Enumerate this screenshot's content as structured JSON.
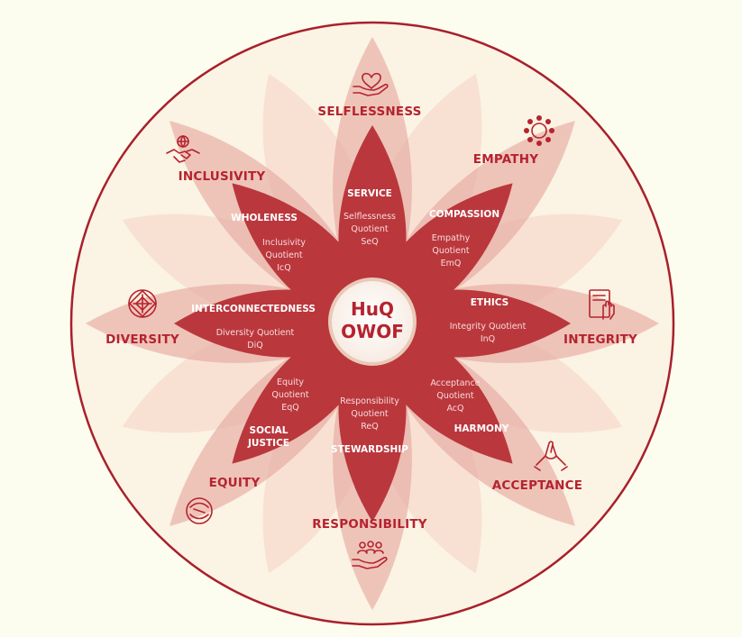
{
  "center": {
    "line1": "HuQ",
    "line2": "OWOF"
  },
  "outer": {
    "selflessness": "SELFLESSNESS",
    "empathy": "EMPATHY",
    "integrity": "INTEGRITY",
    "acceptance": "ACCEPTANCE",
    "responsibility": "RESPONSIBILITY",
    "equity": "EQUITY",
    "diversity": "DIVERSITY",
    "inclusivity": "INCLUSIVITY"
  },
  "inner": {
    "service": {
      "title": "SERVICE",
      "l1": "Selflessness",
      "l2": "Quotient",
      "l3": "SeQ"
    },
    "compassion": {
      "title": "COMPASSION",
      "l1": "Empathy",
      "l2": "Quotient",
      "l3": "EmQ"
    },
    "ethics": {
      "title": "ETHICS",
      "l1": "Integrity Quotient",
      "l2": "InQ"
    },
    "harmony": {
      "title": "HARMONY",
      "l1": "Acceptance",
      "l2": "Quotient",
      "l3": "AcQ"
    },
    "stewardship": {
      "title": "STEWARDSHIP",
      "l1": "Responsibility",
      "l2": "Quotient",
      "l3": "ReQ"
    },
    "social_justice": {
      "title1": "SOCIAL",
      "title2": "JUSTICE",
      "l1": "Equity",
      "l2": "Quotient",
      "l3": "EqQ"
    },
    "interconnectedness": {
      "title": "INTERCONNECTEDNESS",
      "l1": "Diversity Quotient",
      "l2": "DiQ"
    },
    "wholeness": {
      "title": "WHOLENESS",
      "l1": "Inclusivity",
      "l2": "Quotient",
      "l3": "IcQ"
    }
  },
  "colors": {
    "background": "#fdfdef",
    "ring": "#a8202b",
    "disc": "#fbefe0",
    "petal_back": "#f8e1d2",
    "petal_outer": "#e8aca5",
    "petal_inner": "#b8282f",
    "accent": "#b5232f"
  },
  "icons": {
    "selflessness": "heart-in-hand-icon",
    "empathy": "people-circle-icon",
    "integrity": "hand-on-document-icon",
    "acceptance": "joined-hands-icon",
    "responsibility": "group-in-hand-icon",
    "equity": "circular-hands-icon",
    "diversity": "knot-icon",
    "inclusivity": "handshake-globe-icon"
  }
}
